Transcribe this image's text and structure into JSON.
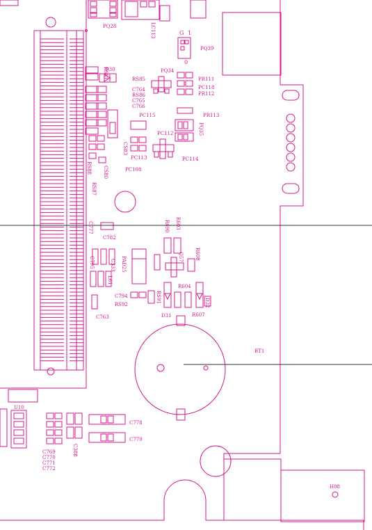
{
  "colors": {
    "silkscreen": "#d4148c",
    "lead_line": "#333333",
    "background": "#ffffff"
  },
  "labels": {
    "pq28": "PQ28",
    "lc113": "LC113",
    "pq39": "PQ39",
    "g": "G",
    "one": "1",
    "zero": "0",
    "rs81": "RS81",
    "d30": "D30",
    "rs85": "RS85",
    "pq34": "PQ34",
    "pr111": "PR111",
    "pc118": "PC118",
    "pr112": "PR112",
    "cs764": "C764",
    "rs86": "RS86",
    "cs765": "C765",
    "cs766": "C766",
    "pc115": "PC115",
    "pr113": "PR113",
    "pq35": "PQ35",
    "pc112": "PC112",
    "cs83": "CS83",
    "pc113": "PC113",
    "pc114": "PC114",
    "rs88": "RS88",
    "cs80": "CS80",
    "pc108": "PC108",
    "rs87": "RS87",
    "c777": "C777",
    "c782": "C782",
    "r690": "R690",
    "r603": "R603",
    "pad25": "PAD25",
    "c333": "C333",
    "c795": "C795",
    "l61": "L61",
    "q57": "Q57",
    "r608": "R608",
    "r604": "R604",
    "c794": "C794",
    "rs92": "RS92",
    "rs91": "RS91",
    "d32": "D32",
    "d31": "D31",
    "r607": "R607",
    "c763": "C763",
    "bt1": "BT1",
    "u10": "U10",
    "c778": "C778",
    "c779": "C779",
    "c769": "C769",
    "c770": "C770",
    "c771": "C771",
    "c772": "C772",
    "c388": "C388",
    "h08": "H08"
  }
}
